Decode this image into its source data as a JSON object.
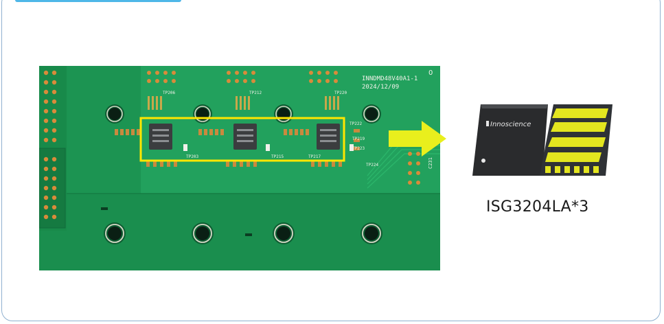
{
  "board": {
    "model": "INNDMD48V40A1-1",
    "date": "2024/12/09",
    "corner_mark": "0",
    "test_points": [
      "TP206",
      "TP212",
      "TP220",
      "TP222",
      "TP219",
      "TP223",
      "TP224",
      "TP203",
      "TP215",
      "TP217"
    ],
    "connector_label": "C231"
  },
  "chip": {
    "brand": "Innoscience",
    "product": "ISG3204LA*3"
  },
  "colors": {
    "highlight": "#ffe600",
    "arrow": "#e9ef1d",
    "pcb": "#1e9a58",
    "frame": "#8fb0cf"
  }
}
